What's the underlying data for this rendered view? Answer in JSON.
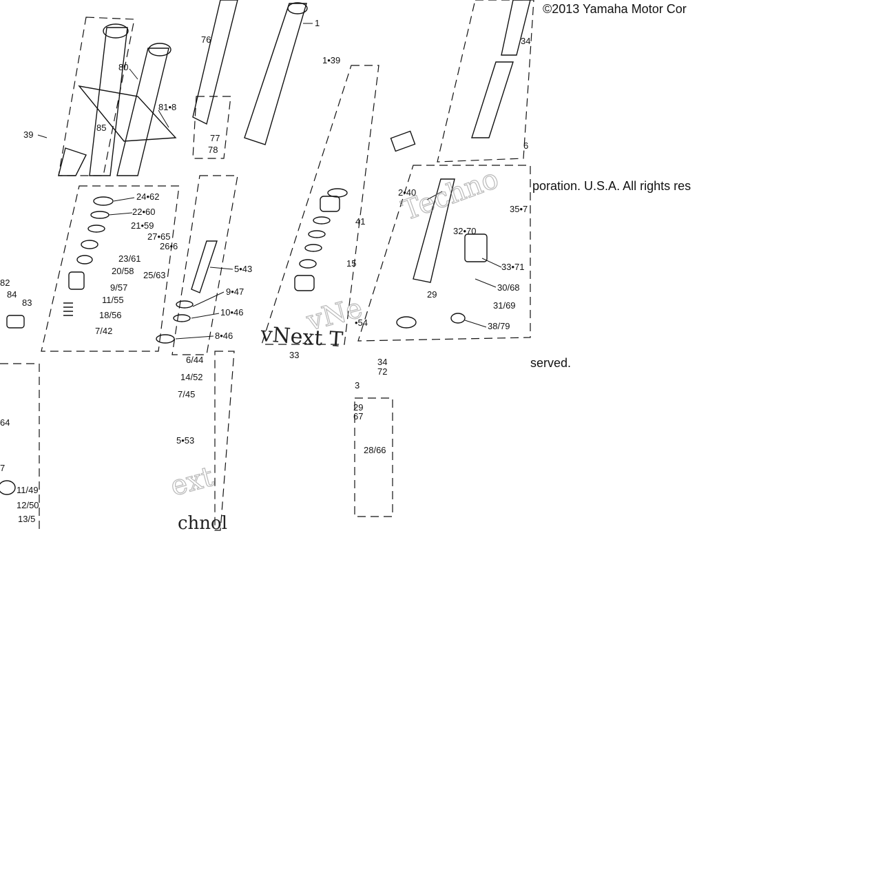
{
  "copyright": {
    "line1": "©2013 Yamaha Motor Cor",
    "line2": "poration. U.S.A. All rights res",
    "line3": "served."
  },
  "watermarks": [
    "Techno",
    "vNext T",
    "vNe",
    "ext",
    "chnol"
  ],
  "callouts": [
    "1",
    "1•39",
    "76",
    "77",
    "78",
    "80",
    "81•8",
    "85",
    "39",
    "24•62",
    "22•60",
    "21•59",
    "27•65",
    "26•6",
    "23/61",
    "25/63",
    "20/58",
    "9/57",
    "11/55",
    "18/56",
    "7/42",
    "5•43",
    "9•47",
    "10•46",
    "8•46",
    "6/44",
    "14/52",
    "7/45",
    "5•53",
    "41",
    "15",
    "•54",
    "34",
    "72",
    "29",
    "67",
    "28/66",
    "33",
    "3",
    "2•40",
    "32•70",
    "35•7",
    "33•71",
    "30/68",
    "31/69",
    "38/79",
    "29",
    "6",
    "84",
    "83",
    "82",
    "64",
    "7",
    "11/49",
    "12/50",
    "13/5",
    "34"
  ]
}
